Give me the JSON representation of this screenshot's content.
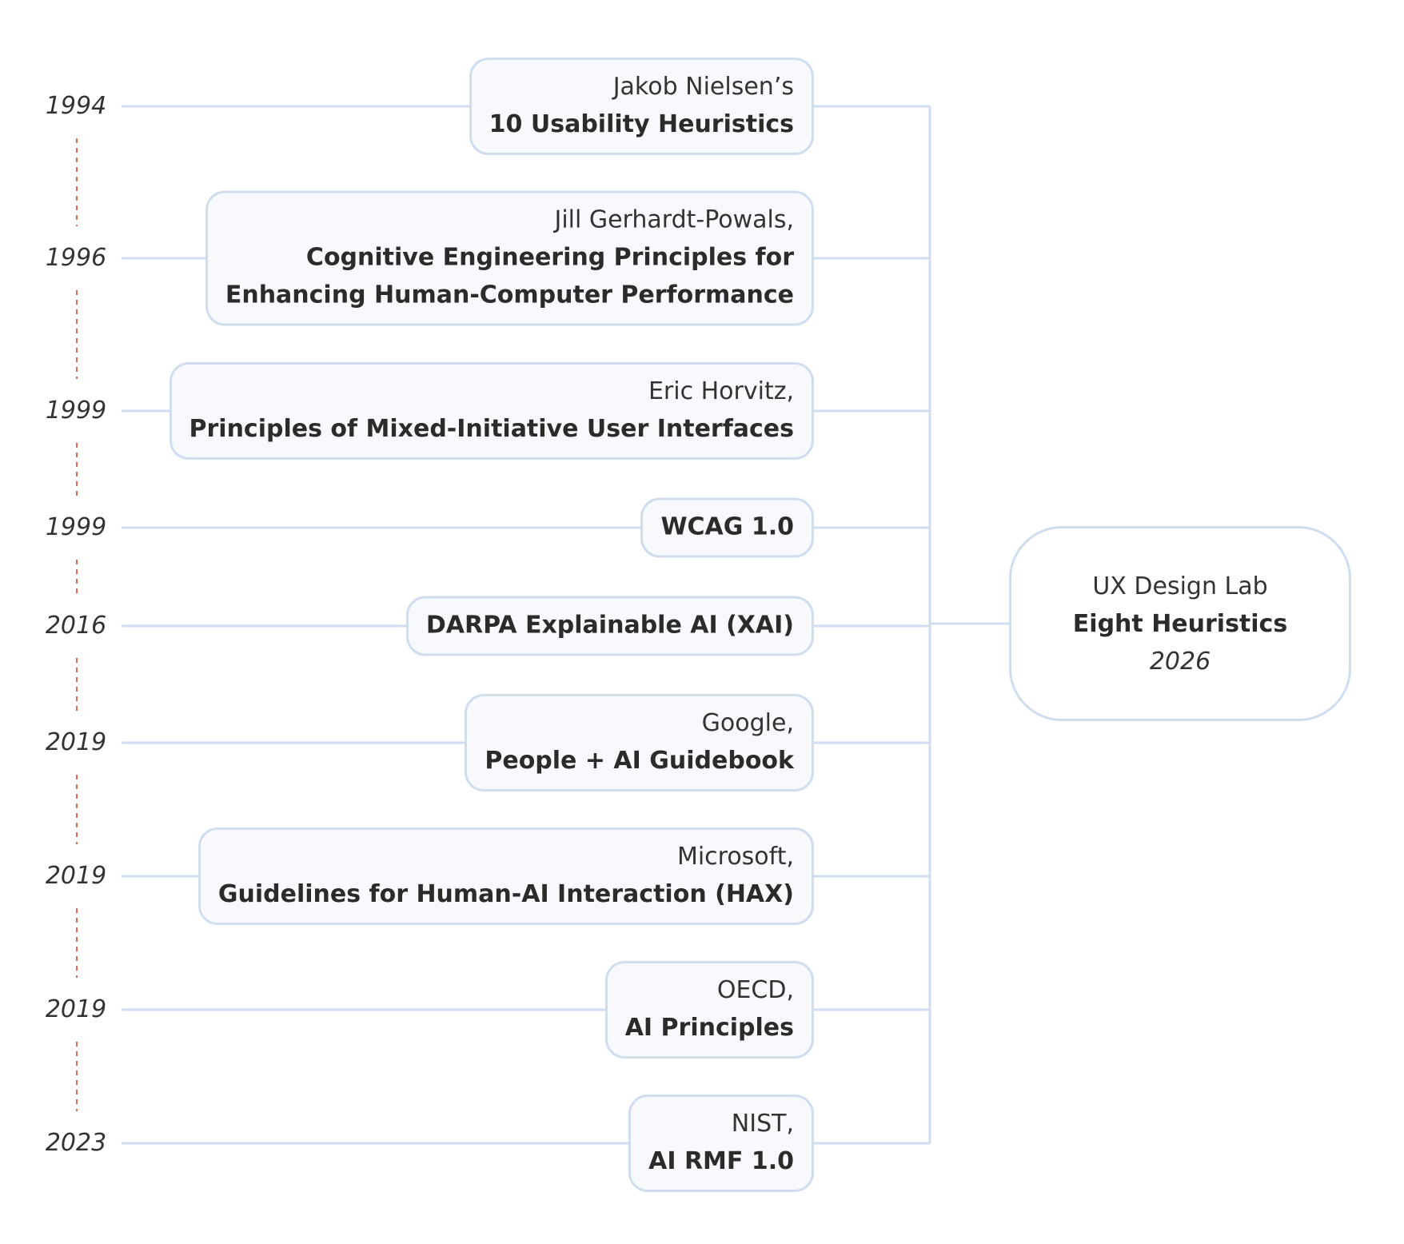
{
  "colors": {
    "connector": "#cfddef",
    "year_link": "#e06a5a",
    "box_fill": "#f7f9fd",
    "box_border": "#cfddef",
    "text": "#2b2b2b"
  },
  "sources": [
    {
      "year": "1994",
      "author": "Jakob Nielsen’s",
      "work": [
        "10 Usability Heuristics"
      ]
    },
    {
      "year": "1996",
      "author": "Jill Gerhardt-Powals,",
      "work": [
        "Cognitive Engineering Principles for",
        "Enhancing Human-Computer Performance"
      ]
    },
    {
      "year": "1999",
      "author": "Eric Horvitz,",
      "work": [
        "Principles of Mixed-Initiative User Interfaces"
      ]
    },
    {
      "year": "1999",
      "author": "",
      "work": [
        "WCAG 1.0"
      ]
    },
    {
      "year": "2016",
      "author": "",
      "work": [
        "DARPA Explainable AI (XAI)"
      ]
    },
    {
      "year": "2019",
      "author": "Google,",
      "work": [
        "People + AI Guidebook"
      ]
    },
    {
      "year": "2019",
      "author": "Microsoft,",
      "work": [
        "Guidelines for Human-AI Interaction (HAX)"
      ]
    },
    {
      "year": "2019",
      "author": "OECD,",
      "work": [
        "AI Principles"
      ]
    },
    {
      "year": "2023",
      "author": "NIST,",
      "work": [
        "AI RMF 1.0"
      ]
    }
  ],
  "target": {
    "name": "UX Design Lab",
    "title": "Eight Heuristics",
    "year": "2026"
  }
}
